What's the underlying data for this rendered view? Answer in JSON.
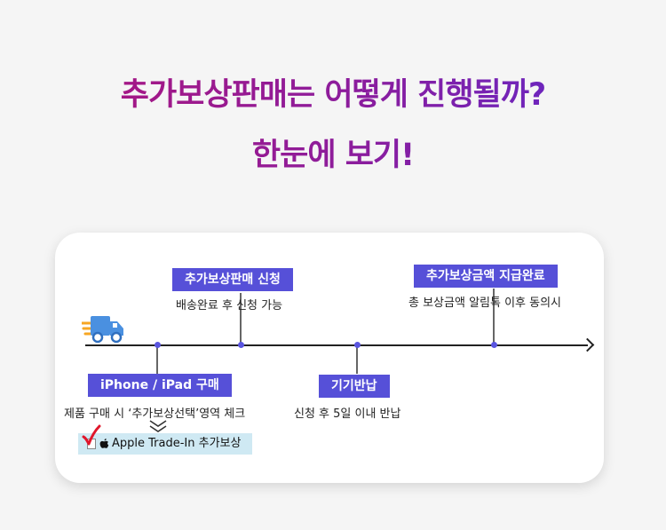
{
  "heading": {
    "line1": "추가보상판매는 어떻게 진행될까?",
    "line2": "한눈에 보기!"
  },
  "steps": [
    {
      "label": "iPhone / iPad 구매",
      "desc": "제품 구매 시 ‘추가보상선택’영역 체크"
    },
    {
      "label": "추가보상판매 신청",
      "desc": "배송완료 후 신청 가능"
    },
    {
      "label": "기기반납",
      "desc": "신청 후 5일 이내 반납"
    },
    {
      "label": "추가보상금액 지급완료",
      "desc": "총 보상금액 알림톡 이후 동의시"
    }
  ],
  "option": {
    "label": "Apple Trade-In 추가보상",
    "checked": true
  },
  "icons": {
    "truck": "delivery-truck-icon",
    "apple": "apple-logo-icon",
    "check": "checkmark-icon",
    "chevron": "double-chevron-down-icon"
  },
  "colors": {
    "badge": "#5650d8",
    "title_start": "#b0157a",
    "title_end": "#5b2ad0",
    "check": "#e0162b",
    "truck": "#4a90e0"
  }
}
